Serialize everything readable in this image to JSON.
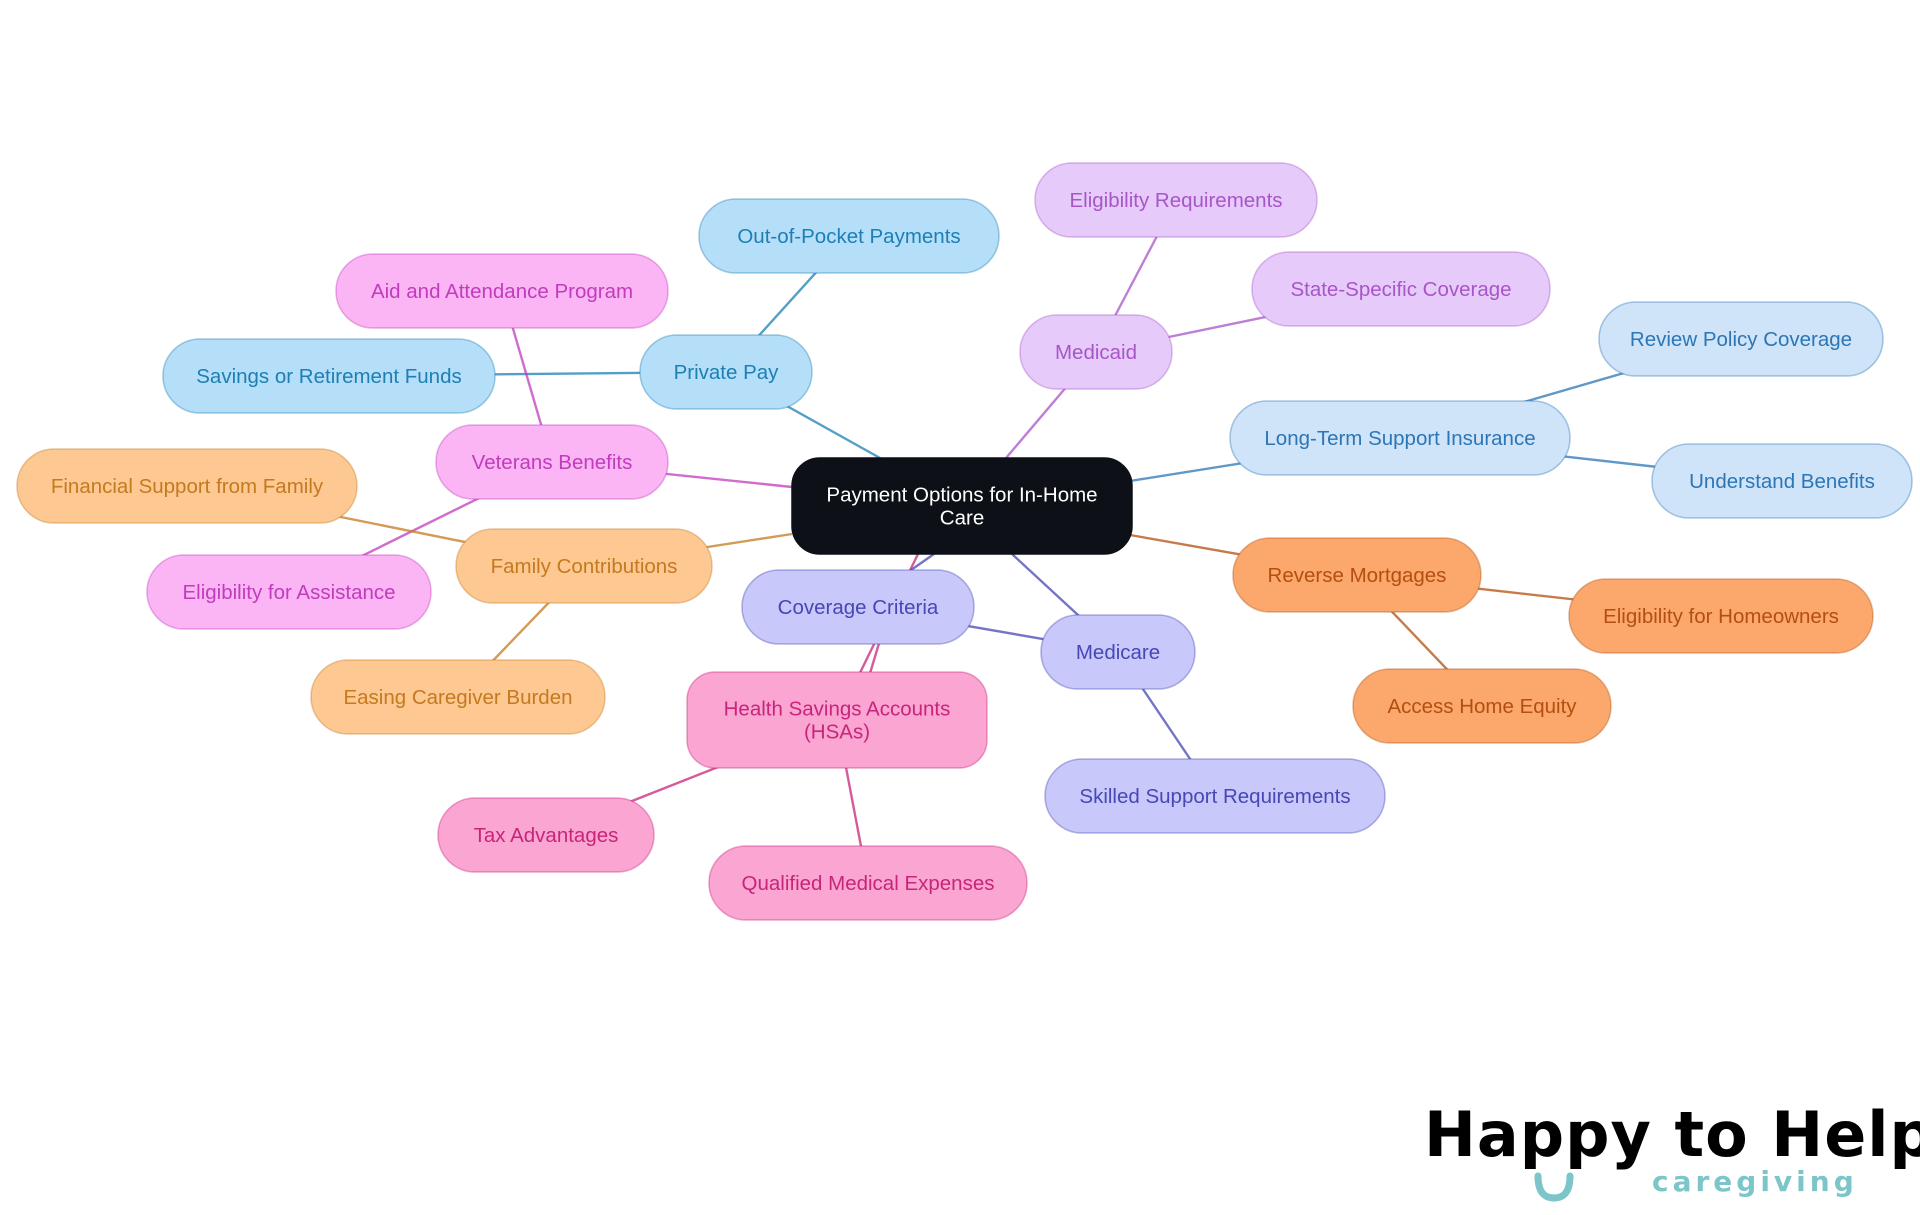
{
  "diagram": {
    "root": "Payment Options for In-Home Care",
    "branches": [
      {
        "label": "Medicaid",
        "color": "#a855c7",
        "fill": "#e6cbfa",
        "children": [
          "Eligibility Requirements",
          "State-Specific Coverage"
        ]
      },
      {
        "label": "Private Pay",
        "color": "#1d7fb3",
        "fill": "#b5def9",
        "children": [
          "Out-of-Pocket Payments",
          "Savings or Retirement Funds"
        ]
      },
      {
        "label": "Veterans Benefits",
        "color": "#c03cbd",
        "fill": "#fbb5f4",
        "children": [
          "Aid and Attendance Program",
          "Eligibility for Assistance"
        ]
      },
      {
        "label": "Family Contributions",
        "color": "#c47a1f",
        "fill": "#fec893",
        "children": [
          "Financial Support from Family",
          "Easing Caregiver Burden"
        ]
      },
      {
        "label": "Long-Term Support Insurance",
        "color": "#2c76b6",
        "fill": "#cfe3f9",
        "children": [
          "Review Policy Coverage",
          "Understand Benefits"
        ]
      },
      {
        "label": "Reverse Mortgages",
        "color": "#b44f12",
        "fill": "#fca76b",
        "children": [
          "Eligibility for Homeowners",
          "Access Home Equity"
        ]
      },
      {
        "label": "Medicare",
        "color": "#4747b5",
        "fill": "#c8c8fa",
        "children": [
          "Skilled Support Requirements"
        ]
      },
      {
        "label": "Coverage Criteria",
        "color": "#4747b5",
        "fill": "#c8c8fa",
        "children": []
      },
      {
        "label": "Health Savings Accounts (HSAs)",
        "color": "#c7257a",
        "fill": "#fba5d2",
        "children": [
          "Tax Advantages",
          "Qualified Medical Expenses"
        ]
      }
    ]
  },
  "logo": {
    "main": "Happy to Help",
    "sub": "caregiving"
  }
}
